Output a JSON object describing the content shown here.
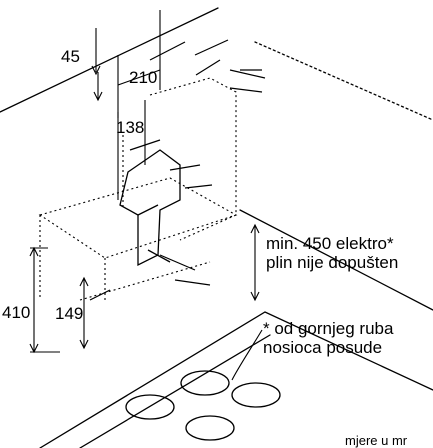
{
  "dimensions": {
    "ceiling_gap": "45",
    "mounting_width": "210",
    "chimney_offset": "138",
    "total_height": "410",
    "lower_offset": "149"
  },
  "notes": {
    "min_distance": "min. 450 elektro*\nplin nije dopušten",
    "footnote": "* od gornjeg ruba\nnosioca posude"
  },
  "footer": {
    "units": "mjere u mr"
  },
  "colors": {
    "line": "#000000",
    "background": "#ffffff"
  }
}
